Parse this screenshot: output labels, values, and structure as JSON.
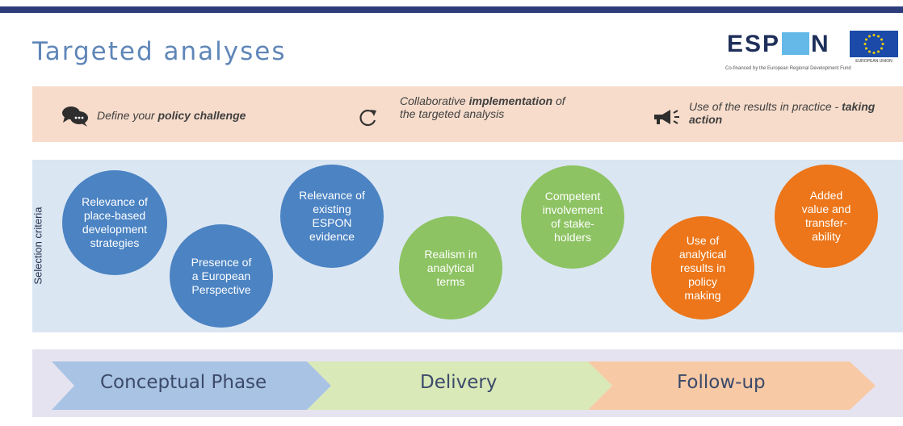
{
  "header": {
    "title": "Targeted analyses",
    "logo": {
      "text_left": "ESP",
      "text_right": "N",
      "eu_caption": "EUROPEAN UNION",
      "cofinanced": "Co-financed by the European Regional Development Fund"
    }
  },
  "steps": [
    {
      "icon": "speech-bubbles-icon",
      "pre": "Define your ",
      "bold": "policy challenge",
      "post": ""
    },
    {
      "icon": "refresh-cycle-icon",
      "pre": "Collaborative ",
      "bold": "implementation",
      "post": " of the targeted analysis"
    },
    {
      "icon": "megaphone-icon",
      "pre": "Use of the results in practice - ",
      "bold": "taking action",
      "post": ""
    }
  ],
  "criteria": {
    "label": "Selection criteria",
    "items": [
      {
        "text": "Relevance of\nplace-based\ndevelopment\nstrategies",
        "color": "#4b83c3"
      },
      {
        "text": "Presence of\na European\nPerspective",
        "color": "#4b83c3"
      },
      {
        "text": "Relevance of\nexisting\nESPON\nevidence",
        "color": "#4b83c3"
      },
      {
        "text": "Realism in\nanalytical\nterms",
        "color": "#8dc362"
      },
      {
        "text": "Competent\ninvolvement\nof stake-\nholders",
        "color": "#8dc362"
      },
      {
        "text": "Use of\nanalytical\nresults in\npolicy\nmaking",
        "color": "#ec7619"
      },
      {
        "text": "Added\nvalue and\ntransfer-\nability",
        "color": "#ec7619"
      }
    ]
  },
  "phases": [
    {
      "label": "Conceptual Phase",
      "color": "#a9c3e4"
    },
    {
      "label": "Delivery",
      "color": "#d9e9b8"
    },
    {
      "label": "Follow-up",
      "color": "#f7c9a5"
    }
  ]
}
